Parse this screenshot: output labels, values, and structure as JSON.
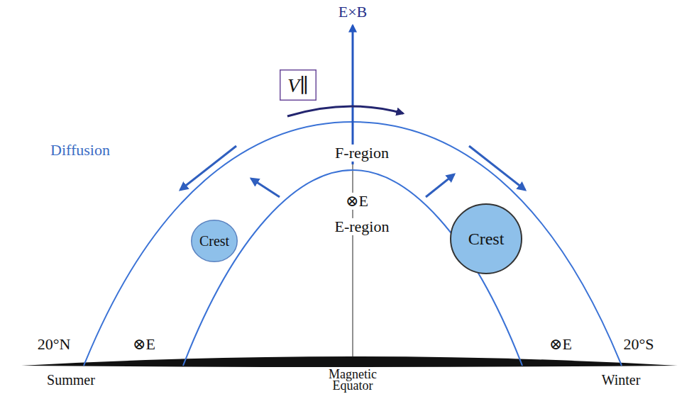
{
  "diagram": {
    "nodes": [
      {
        "text": [
          "V∥"
        ]
      },
      {
        "text": [
          "Crest"
        ]
      },
      {
        "text": [
          "Crest"
        ]
      }
    ],
    "labels": [
      "E×B",
      "Diffusion",
      "F-region",
      "⊗E",
      "E-region",
      "20°N",
      "⊗E",
      "⊗E",
      "20°S",
      "Summer",
      "Magnetic Equator",
      "Winter"
    ]
  }
}
